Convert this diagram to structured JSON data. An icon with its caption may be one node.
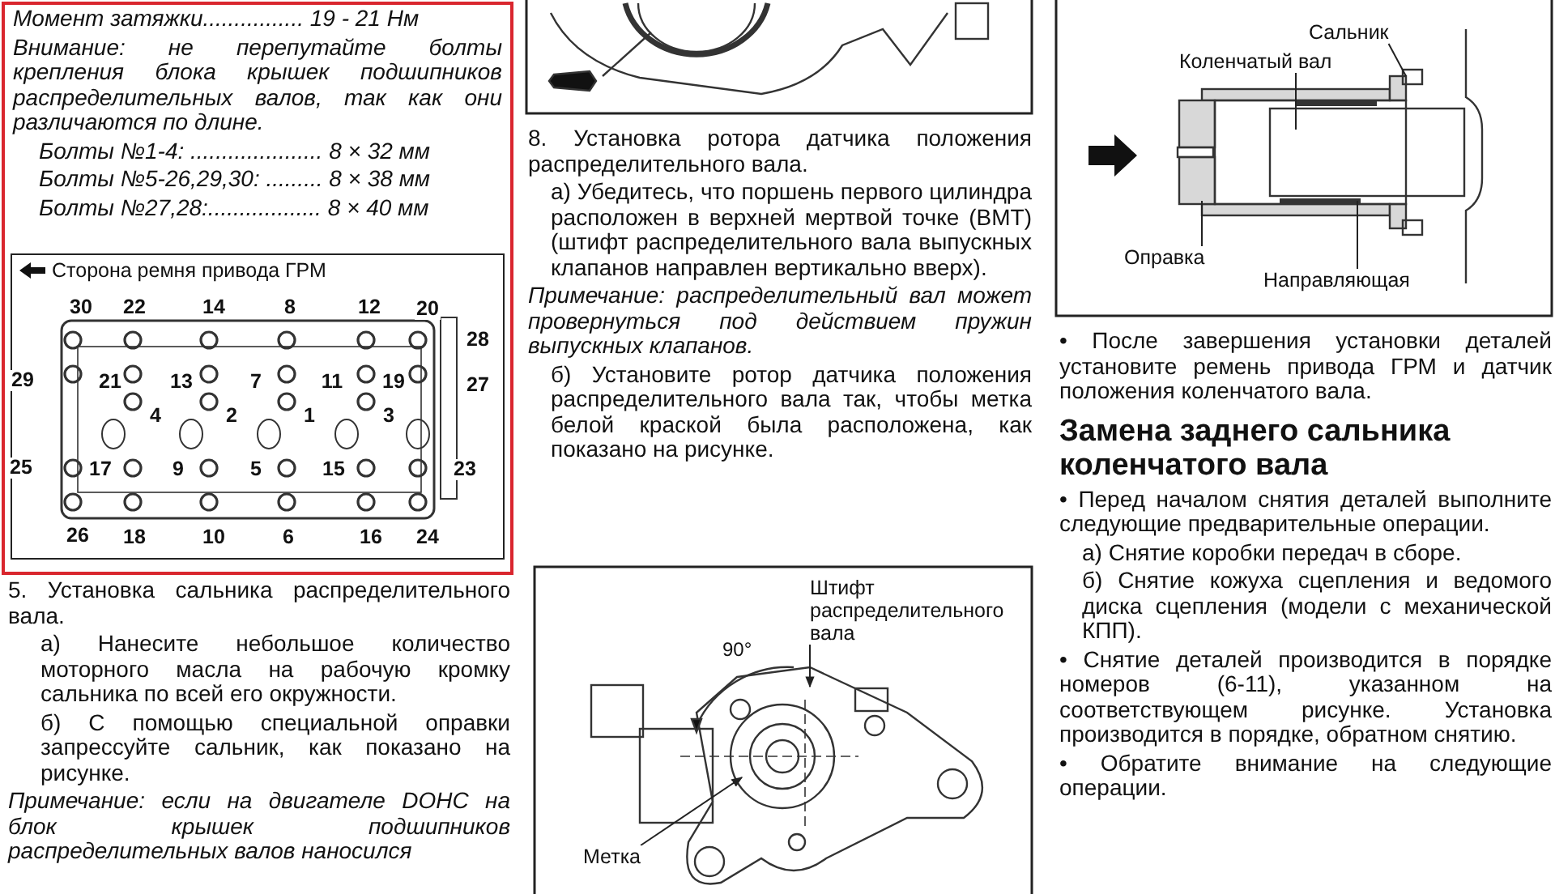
{
  "diagram": {
    "nodes": [
      {
        "text": [
          "Сальник"
        ]
      },
      {
        "text": [
          "Коленчатый вал"
        ]
      },
      {
        "text": [
          "Оправка"
        ]
      },
      {
        "text": [
          "Направляющая"
        ]
      },
      {
        "text": [
          "Штифт распределительного вала"
        ]
      },
      {
        "text": [
          "Метка"
        ]
      },
      {
        "text": [],
        "shape": "picture"
      }
    ],
    "edges": [
      {
        "from": 0,
        "to": null,
        "arrow": "none"
      },
      {
        "from": 1,
        "to": null,
        "arrow": "none"
      },
      {
        "from": 2,
        "to": null,
        "arrow": "none"
      },
      {
        "from": 3,
        "to": null,
        "arrow": "none"
      },
      {
        "from": 4,
        "to": 6,
        "arrow": "to"
      },
      {
        "from": 5,
        "to": 6,
        "arrow": "to"
      }
    ],
    "labels": [
      "Момент затяжки................ 19 - 21 Нм",
      "Внимание: не перепутайте болты крепления блока крышек подшипников распределительных валов, так как они различаются по длине.",
      "Болты №1-4: ..................... 8 × 32 мм",
      "Болты №5-26,29,30: ......... 8 × 38 мм",
      "Болты №27,28:.................. 8 × 40 мм",
      "Сторона ремня привода ГРМ",
      "30",
      "22",
      "14",
      "8",
      "12",
      "20",
      "28",
      "29",
      "21",
      "13",
      "7",
      "11",
      "19",
      "27",
      "4",
      "2",
      "1",
      "3",
      "25",
      "17",
      "9",
      "5",
      "15",
      "23",
      "26",
      "18",
      "10",
      "6",
      "16",
      "24",
      "5. Установка сальника распределительного вала.",
      "а) Нанесите небольшое количество моторного масла на рабочую кромку сальника по всей его окружности.",
      "б) С помощью специальной оправки запрессуйте сальник, как показано на рисунке.",
      "Примечание: если на двигателе DOHC на блок крышек подшипников распределительных валов наносился",
      "8. Установка ротора датчика положения распределительного вала.",
      "а) Убедитесь, что поршень первого цилиндра расположен в верхней мертвой точке (ВМТ) (штифт распределительного вала выпускных клапанов направлен вертикально вверх).",
      "Примечание: распределительный вал может провернуться под действием пружин выпускных клапанов.",
      "б) Установите ротор датчика положения распределительного вала так, чтобы метка белой краской была расположена, как показано на рисунке.",
      "90°",
      "• После завершения установки деталей установите ремень привода ГРМ и датчик положения коленчатого вала.",
      "Замена заднего сальника коленчатого вала",
      "• Перед началом снятия деталей выполните следующие предварительные операции.",
      "а) Снятие коробки передач в сборе.",
      "б) Снятие кожуха сцепления и ведомого диска сцепления (модели с механической КПП).",
      "• Снятие деталей производится в порядке номеров (6-11), указанном на соответствующем рисунке. Установка производится в порядке, обратном снятию.",
      "• Обратите внимание на следующие операции."
    ]
  }
}
